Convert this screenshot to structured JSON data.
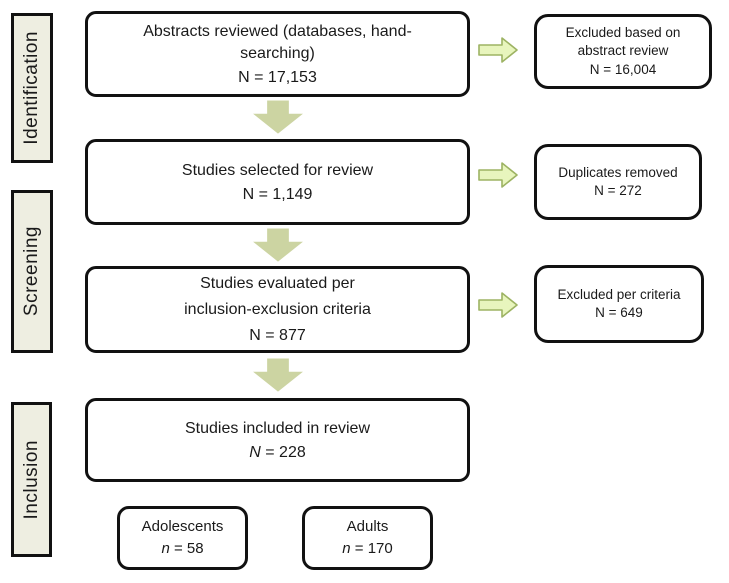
{
  "colors": {
    "background": "#ffffff",
    "box_border": "#111111",
    "stage_fill": "#eeeee1",
    "right_arrow_fill": "#e8f5bd",
    "right_arrow_stroke": "#9db363",
    "down_arrow_fill": "#ccd4a2"
  },
  "stages": [
    {
      "label": "Identification"
    },
    {
      "label": "Screening"
    },
    {
      "label": "Inclusion"
    }
  ],
  "main_boxes": [
    {
      "title": "Abstracts reviewed (databases, hand-searching)",
      "count": "N = 17,153"
    },
    {
      "title": "Studies selected for review",
      "count": "N = 1,149"
    },
    {
      "title": "Studies evaluated per",
      "title2": "inclusion-exclusion criteria",
      "count": "N = 877"
    },
    {
      "title": "Studies included in review",
      "count_letter": "N",
      "count_rest": " = 228"
    }
  ],
  "side_boxes": [
    {
      "line1": "Excluded based on",
      "line2": "abstract review",
      "count": "N = 16,004"
    },
    {
      "line1": "Duplicates removed",
      "count": "N = 272"
    },
    {
      "line1": "Excluded per criteria",
      "count": "N = 649"
    }
  ],
  "subgroup_boxes": [
    {
      "label": "Adolescents",
      "count_letter": "n",
      "count_rest": " = 58"
    },
    {
      "label": "Adults",
      "count_letter": "n",
      "count_rest": " = 170"
    }
  ]
}
